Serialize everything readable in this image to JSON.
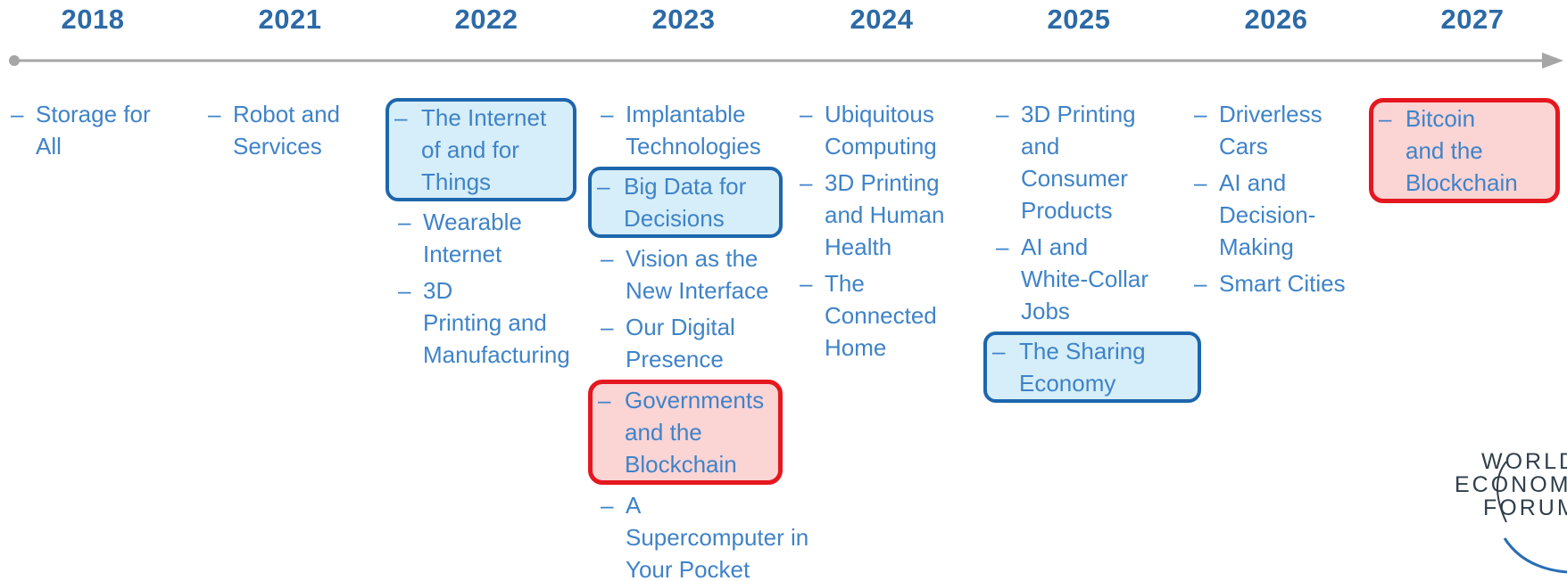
{
  "timeline": {
    "years": [
      "2018",
      "2021",
      "2022",
      "2023",
      "2024",
      "2025",
      "2026",
      "2027"
    ],
    "columns": [
      {
        "year": "2018",
        "items": [
          {
            "label": "Storage for All",
            "lines": [
              "Storage for",
              "All"
            ],
            "highlight": "none"
          }
        ]
      },
      {
        "year": "2021",
        "items": [
          {
            "label": "Robot and Services",
            "lines": [
              "Robot and",
              "Services"
            ],
            "highlight": "none"
          }
        ]
      },
      {
        "year": "2022",
        "items": [
          {
            "label": "The Internet of and for Things",
            "lines": [
              "The Internet",
              "of and for",
              "Things"
            ],
            "highlight": "blue"
          },
          {
            "label": "Wearable Internet",
            "lines": [
              "Wearable",
              "Internet"
            ],
            "highlight": "none"
          },
          {
            "label": "3D Printing and Manufacturing",
            "lines": [
              "3D",
              "Printing and",
              "Manufacturing"
            ],
            "highlight": "none"
          }
        ]
      },
      {
        "year": "2023",
        "items": [
          {
            "label": "Implantable Technologies",
            "lines": [
              "Implantable",
              "Technologies"
            ],
            "highlight": "none"
          },
          {
            "label": "Big Data for Decisions",
            "lines": [
              "Big Data for",
              "Decisions"
            ],
            "highlight": "blue"
          },
          {
            "label": "Vision as the New Interface",
            "lines": [
              "Vision as the",
              "New Interface"
            ],
            "highlight": "none"
          },
          {
            "label": "Our Digital Presence",
            "lines": [
              "Our Digital",
              "Presence"
            ],
            "highlight": "none"
          },
          {
            "label": "Governments and the Blockchain",
            "lines": [
              "Governments",
              "and the",
              "Blockchain"
            ],
            "highlight": "red"
          },
          {
            "label": "A Supercomputer in Your Pocket",
            "lines": [
              "A",
              "Supercomputer in",
              "Your Pocket"
            ],
            "highlight": "none"
          }
        ]
      },
      {
        "year": "2024",
        "items": [
          {
            "label": "Ubiquitous Computing",
            "lines": [
              "Ubiquitous",
              "Computing"
            ],
            "highlight": "none"
          },
          {
            "label": "3D Printing and Human Health",
            "lines": [
              "3D Printing",
              "and Human",
              "Health"
            ],
            "highlight": "none"
          },
          {
            "label": "The Connected Home",
            "lines": [
              "The",
              "Connected",
              "Home"
            ],
            "highlight": "none"
          }
        ]
      },
      {
        "year": "2025",
        "items": [
          {
            "label": "3D Printing and Consumer Products",
            "lines": [
              "3D Printing",
              "and",
              "Consumer",
              "Products"
            ],
            "highlight": "none"
          },
          {
            "label": "AI and White-Collar Jobs",
            "lines": [
              "AI and",
              "White-Collar",
              "Jobs"
            ],
            "highlight": "none"
          },
          {
            "label": "The Sharing Economy",
            "lines": [
              "The Sharing",
              "Economy"
            ],
            "highlight": "blue"
          }
        ]
      },
      {
        "year": "2026",
        "items": [
          {
            "label": "Driverless Cars",
            "lines": [
              "Driverless",
              "Cars"
            ],
            "highlight": "none"
          },
          {
            "label": "AI and Decision-Making",
            "lines": [
              "AI and",
              "Decision-",
              "Making"
            ],
            "highlight": "none"
          },
          {
            "label": "Smart Cities",
            "lines": [
              "Smart Cities"
            ],
            "highlight": "none"
          }
        ]
      },
      {
        "year": "2027",
        "items": [
          {
            "label": "Bitcoin and the Blockchain",
            "lines": [
              "Bitcoin",
              "and the",
              "Blockchain"
            ],
            "highlight": "red"
          }
        ]
      }
    ]
  },
  "bullet": "–",
  "logo": {
    "lines": [
      "WORLD",
      "ECONOMIC",
      "FORUM"
    ]
  },
  "colors": {
    "year_text": "#2c6aa6",
    "item_text": "#3f83c8",
    "axis": "#a6a6a6",
    "blue_border": "#1e66ac",
    "blue_fill": "#d6eef9",
    "red_border": "#e5181f",
    "red_fill": "#fbd4d4",
    "logo_text": "#2f3e4a",
    "logo_swoosh": "#2a6db5"
  }
}
